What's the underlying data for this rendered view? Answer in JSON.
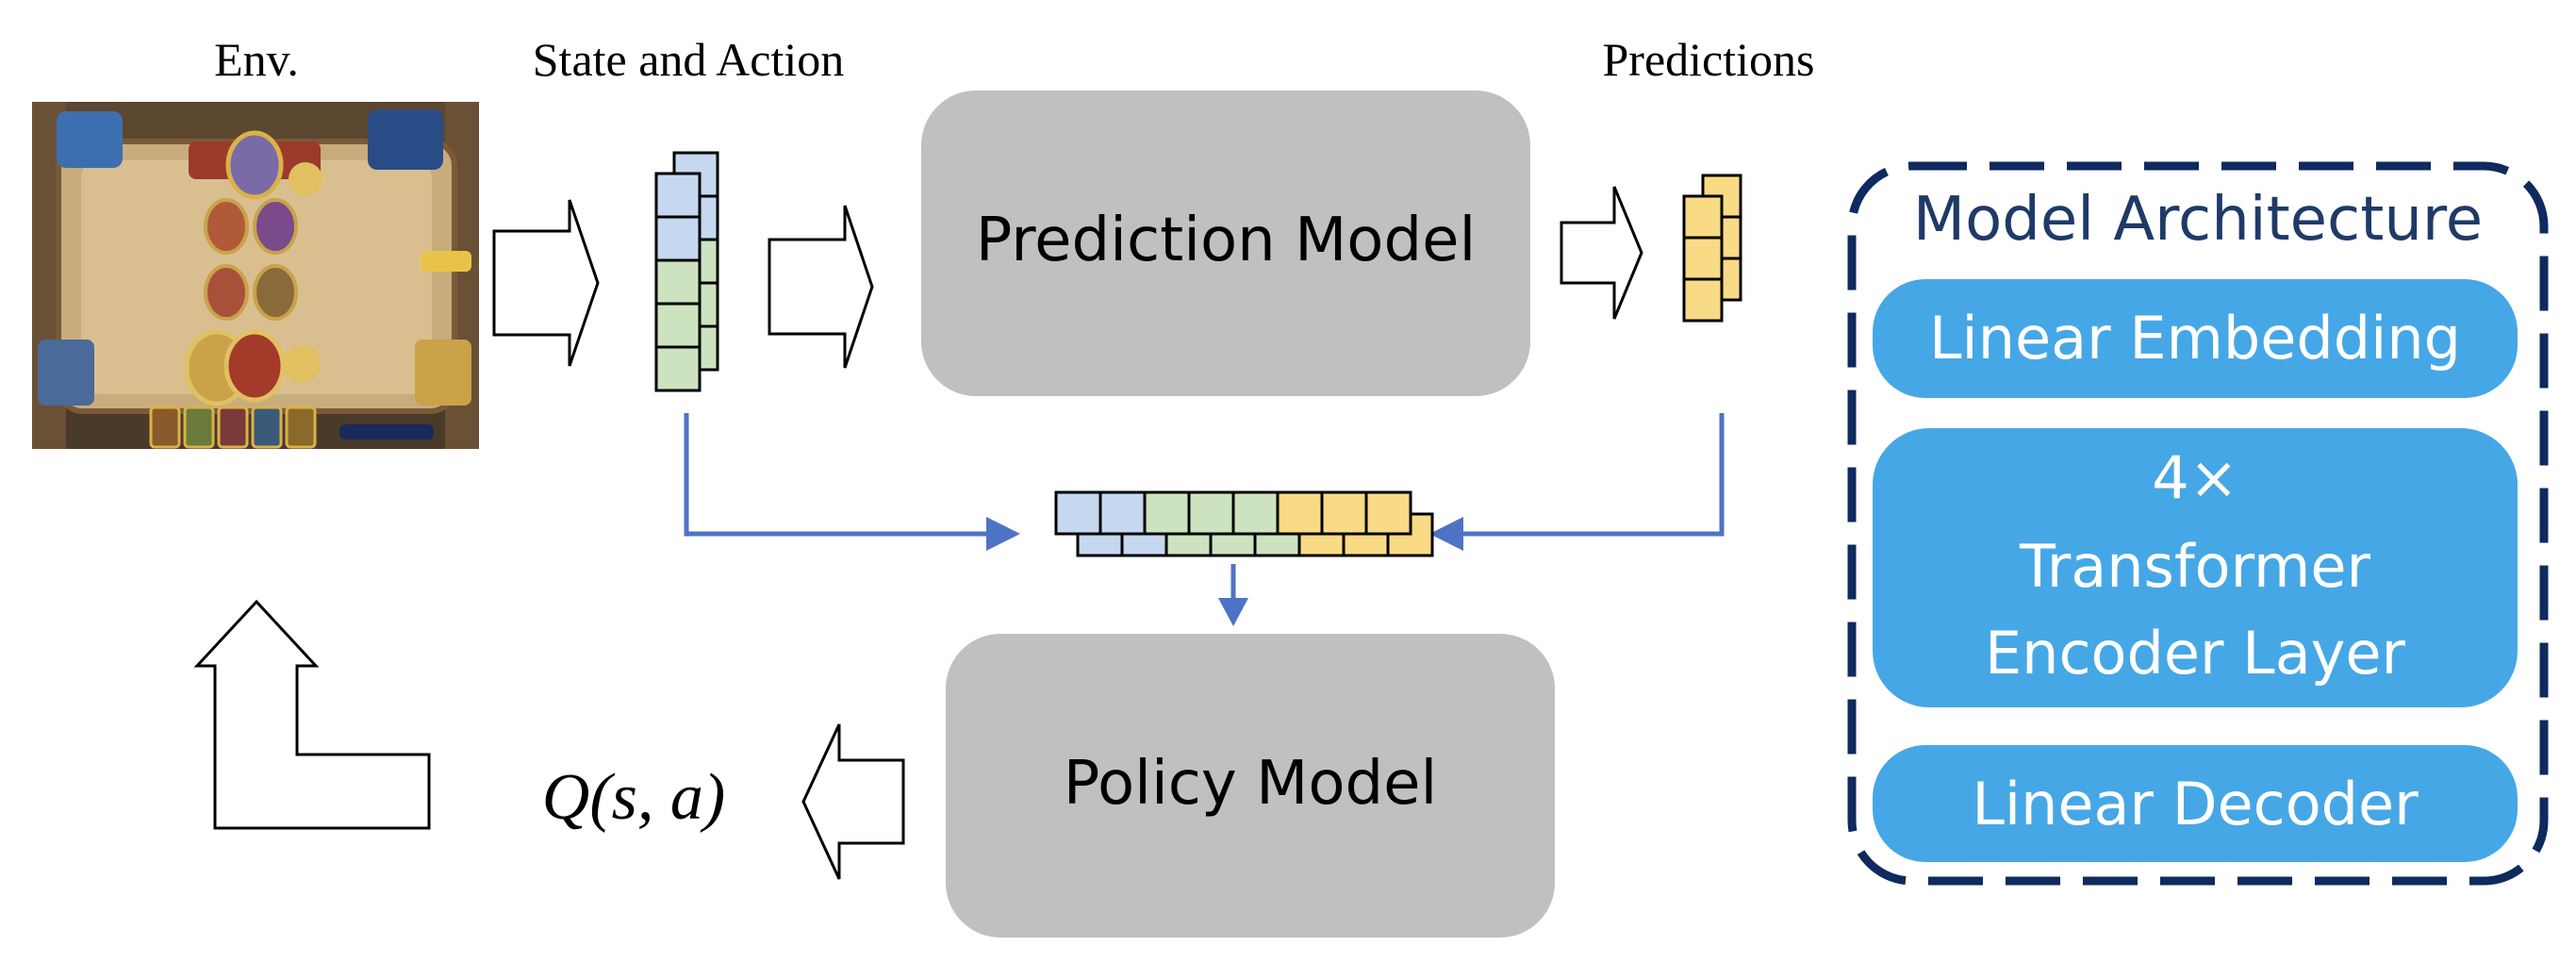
{
  "labels": {
    "env": "Env.",
    "state_action": "State and Action",
    "predictions": "Predictions",
    "q_value": "Q(s, a)"
  },
  "boxes": {
    "prediction_model": "Prediction Model",
    "policy_model": "Policy Model"
  },
  "architecture": {
    "title": "Model Architecture",
    "layers": [
      {
        "lines": [
          "Linear Embedding"
        ]
      },
      {
        "lines": [
          "4×",
          "Transformer",
          "Encoder Layer"
        ]
      },
      {
        "lines": [
          "Linear Decoder"
        ]
      }
    ]
  },
  "colors": {
    "state_cell": "#c5d8ef",
    "action_cell": "#cde3c0",
    "prediction_cell": "#f9db86",
    "model_box": "#c0c0c0",
    "connector": "#4f73c4",
    "layer_fill": "#46a7e6",
    "frame": "#0e2a5e",
    "title_text": "#1f3a68"
  },
  "icons": {
    "env_image": "game-board-screenshot-icon",
    "flow": "hollow-arrow-icon"
  }
}
